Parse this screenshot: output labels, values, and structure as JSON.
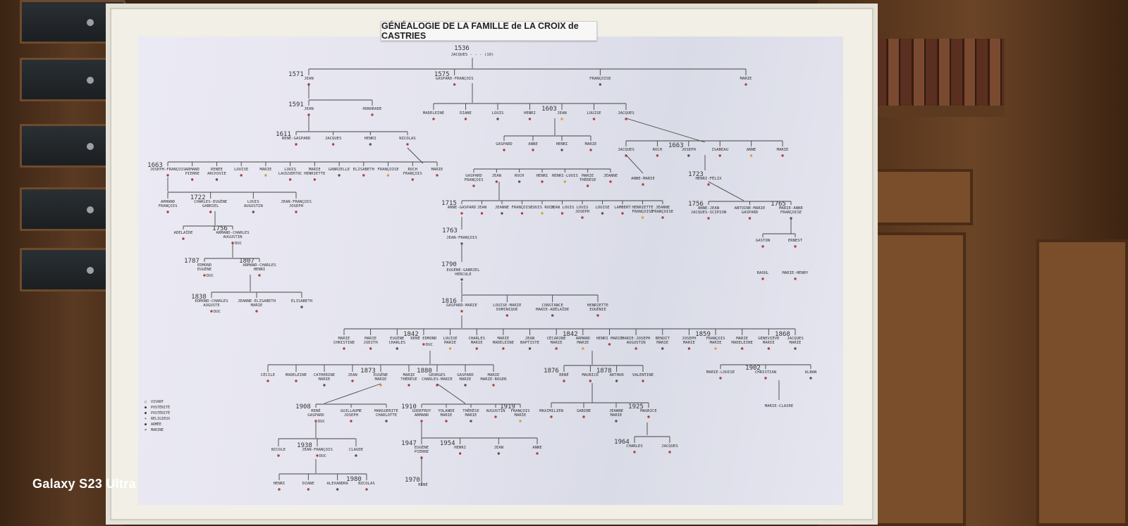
{
  "title": "GÉNÉALOGIE DE LA FAMILLE de LA CROIX de CASTRIES",
  "camera_watermark": "Galaxy S23 Ultra",
  "tree": {
    "root": {
      "year": "1536",
      "name": "JACQUES - - - (10)"
    },
    "g2": [
      {
        "year": "1571",
        "name": "JEAN"
      },
      {
        "year": "1575",
        "name": "GASPARD-FRANÇOIS"
      },
      {
        "year": "",
        "name": "FRANÇOISE"
      },
      {
        "year": "",
        "name": "MARIE"
      }
    ],
    "jean_line": [
      {
        "year": "1591",
        "name": "JEAN"
      },
      {
        "year": "",
        "name": "HONORADE"
      }
    ],
    "g4_left": [
      {
        "year": "1611",
        "name": "RENÉ-GASPARD"
      },
      {
        "year": "",
        "name": "JACQUES"
      },
      {
        "year": "",
        "name": "HENRI"
      },
      {
        "year": "",
        "name": "NICOLAS"
      }
    ],
    "g5_left": [
      {
        "year": "1663",
        "name": "JOSEPH-FRANÇOIS"
      },
      {
        "year": "",
        "name": "ARMAND PIERRE"
      },
      {
        "year": "",
        "name": "RENÉE ARCHIVIE"
      },
      {
        "year": "",
        "name": "LOUISE"
      },
      {
        "year": "",
        "name": "MARIE"
      },
      {
        "year": "",
        "name": "LOUIS LAUSSERTOC"
      },
      {
        "year": "",
        "name": "MARIE HENRIETTE"
      },
      {
        "year": "",
        "name": "GABRIELLE"
      },
      {
        "year": "",
        "name": "ELISABETH"
      },
      {
        "year": "",
        "name": "FRANÇOISE"
      },
      {
        "year": "",
        "name": "ROCH FRANÇOIS"
      },
      {
        "year": "",
        "name": "MARIE"
      }
    ],
    "g6_left": [
      {
        "year": "",
        "name": "ARMAND FRANÇOIS"
      },
      {
        "year": "1722",
        "name": "CHARLES-EUGÈNE GABRIEL"
      },
      {
        "year": "",
        "name": "LOUIS AUGUSTIN"
      },
      {
        "year": "",
        "name": "JEAN-FRANÇOIS JOSEPH"
      }
    ],
    "g7_left": [
      {
        "year": "",
        "name": "ADELAÏDE"
      },
      {
        "year": "1756",
        "name": "ARMAND-CHARLES AUGUSTIN",
        "note": "DUC"
      }
    ],
    "g8_left": [
      {
        "year": "1787",
        "name": "EDMOND EUGÈNE",
        "note": "DUC"
      },
      {
        "year": "1807",
        "name": "ARMAND-CHARLES HENRI"
      }
    ],
    "g9_left": [
      {
        "year": "1838",
        "name": "EDMOND-CHARLES AUGUSTE",
        "note": "DUC"
      },
      {
        "year": "",
        "name": "JEANNE-ELISABETH MARIE"
      },
      {
        "year": "",
        "name": "ELISABETH"
      }
    ],
    "g3_mid": [
      {
        "year": "",
        "name": "MADELEINE"
      },
      {
        "year": "",
        "name": "DIANE"
      },
      {
        "year": "",
        "name": "LOUIS"
      },
      {
        "year": "",
        "name": "HENRI"
      },
      {
        "year": "1603",
        "name": "JEAN"
      },
      {
        "year": "",
        "name": "LOUISE"
      },
      {
        "year": "",
        "name": "JACQUES"
      }
    ],
    "g4_mid": [
      {
        "year": "",
        "name": "GASPARD"
      },
      {
        "year": "",
        "name": "ANNE"
      },
      {
        "year": "",
        "name": "HENRI"
      },
      {
        "year": "",
        "name": "MARIE"
      }
    ],
    "g4_right": [
      {
        "year": "",
        "name": "JACQUES"
      },
      {
        "year": "",
        "name": "ROCH"
      },
      {
        "year": "1663",
        "name": "JOSEPH"
      },
      {
        "year": "",
        "name": "ISABEAU"
      },
      {
        "year": "",
        "name": "ANNE"
      },
      {
        "year": "",
        "name": "MARIE"
      }
    ],
    "g5_mid": [
      {
        "year": "",
        "name": "GASPARD FRANÇOIS"
      },
      {
        "year": "",
        "name": "JEAN"
      },
      {
        "year": "",
        "name": "ROCH"
      },
      {
        "year": "",
        "name": "HENRI"
      },
      {
        "year": "",
        "name": "HENRI-LOUIS"
      },
      {
        "year": "",
        "name": "MARIE THÉRÈSE"
      },
      {
        "year": "",
        "name": "JEANNE"
      }
    ],
    "g5_right": [
      {
        "year": "",
        "name": "ANNE-MARIE"
      },
      {
        "year": "1723",
        "name": "HENRI-FÉLIX"
      }
    ],
    "g6_mid": [
      {
        "year": "1715",
        "name": "ANNE-GASPARD"
      },
      {
        "year": "",
        "name": "JEAN"
      },
      {
        "year": "",
        "name": "JEANNE"
      },
      {
        "year": "",
        "name": "FRANÇOISE"
      },
      {
        "year": "",
        "name": "LOUIS ROCH"
      },
      {
        "year": "",
        "name": "JEAN LOUIS"
      },
      {
        "year": "",
        "name": "LOUIS JOSEPH"
      },
      {
        "year": "",
        "name": "LOUISE"
      },
      {
        "year": "",
        "name": "LAMBERT"
      },
      {
        "year": "",
        "name": "HENRIETTE FRANÇOISE"
      },
      {
        "year": "",
        "name": "JEANNE FRANÇOISE"
      }
    ],
    "g6_right": [
      {
        "year": "1756",
        "name": "ANNE-JEAN JACQUES-SCIPION"
      },
      {
        "year": "",
        "name": "ANTOINE-MARIE GASPARD"
      },
      {
        "year": "1765",
        "name": "MARIE-ANNE FRANÇOISE"
      }
    ],
    "g7_right": [
      {
        "year": "",
        "name": "GASTON"
      },
      {
        "year": "",
        "name": "ERNEST"
      }
    ],
    "g8_right": [
      {
        "year": "",
        "name": "RAOUL"
      },
      {
        "year": "",
        "name": "MARIE-HENRY"
      }
    ],
    "g7_mid": {
      "year": "1763",
      "name": "JEAN-FRANÇOIS"
    },
    "g8_mid": {
      "year": "1790",
      "name": "EUGÈNE-GABRIEL HERCULE"
    },
    "g9_mid": [
      {
        "year": "1816",
        "name": "GASPARD-MARIE"
      },
      {
        "year": "",
        "name": "LOUISE-MARIE DOMINIQUE"
      },
      {
        "year": "",
        "name": "CONSTANCE MARIE-ADÉLAÏDE"
      },
      {
        "year": "",
        "name": "HENRIETTE EUGÉNIE"
      }
    ],
    "g10": [
      {
        "year": "",
        "name": "MARIE CHRISTINE"
      },
      {
        "year": "",
        "name": "MARIE JUDITH"
      },
      {
        "year": "",
        "name": "EUGÈNE CHARLES"
      },
      {
        "year": "1842",
        "name": "RENÉ EDMOND",
        "note": "DUC"
      },
      {
        "year": "",
        "name": "LOUISE MARIE"
      },
      {
        "year": "",
        "name": "CHARLES MARIE"
      },
      {
        "year": "",
        "name": "MARIE MADELEINE"
      },
      {
        "year": "",
        "name": "JEAN BAPTISTE"
      },
      {
        "year": "",
        "name": "CÉCARINE MARIE"
      },
      {
        "year": "1842",
        "name": "ARMAND MARIE"
      },
      {
        "year": "",
        "name": "HENRI MARIE"
      },
      {
        "year": "",
        "name": "MARIE-JOSEPH AUGUSTIN"
      },
      {
        "year": "",
        "name": "BENOIT MARIE"
      },
      {
        "year": "",
        "name": "JOSEPH MARIE"
      },
      {
        "year": "1859",
        "name": "FRANÇOIS MARIE"
      },
      {
        "year": "",
        "name": "MARIE MADELEINE"
      },
      {
        "year": "",
        "name": "GENEVIÈVE MARIE"
      },
      {
        "year": "1868",
        "name": "JACQUES MARIE"
      }
    ],
    "g11_a": [
      {
        "year": "",
        "name": "CÉCILE"
      },
      {
        "year": "",
        "name": "MADELEINE"
      },
      {
        "year": "",
        "name": "CATHERINE MARIE"
      },
      {
        "year": "",
        "name": "JEAN"
      },
      {
        "year": "1873",
        "name": "EUGÈNE MARIE"
      },
      {
        "year": "",
        "name": "MARIE THÉRÈSE"
      },
      {
        "year": "1880",
        "name": "GEORGES CHARLES-MARIE"
      },
      {
        "year": "",
        "name": "GASPARD MARIE"
      },
      {
        "year": "",
        "name": "MARIE MARIE-ROGER"
      }
    ],
    "g11_b": [
      {
        "year": "1876",
        "name": "RENÉ"
      },
      {
        "year": "",
        "name": "MAURICE"
      },
      {
        "year": "1878",
        "name": "ARTHUR"
      },
      {
        "year": "",
        "name": "VALENTINE"
      }
    ],
    "g11_c": [
      {
        "year": "",
        "name": "MARIE-LOUISE"
      },
      {
        "year": "1902",
        "name": "CHRISTIAN"
      },
      {
        "year": "",
        "name": "ALBAN"
      }
    ],
    "g12_a": [
      {
        "year": "1908",
        "name": "RENÉ GASPARD",
        "note": "DUC"
      },
      {
        "year": "",
        "name": "GUILLAUME JOSEPH"
      },
      {
        "year": "",
        "name": "MARGUERITE CHARLOTTE"
      }
    ],
    "g12_b": [
      {
        "year": "1910",
        "name": "GODEFROY ARMAND"
      },
      {
        "year": "",
        "name": "YOLANDE MARIE"
      },
      {
        "year": "",
        "name": "THÉRÈSE MARIE"
      },
      {
        "year": "",
        "name": "AUGUSTIN"
      },
      {
        "year": "1919",
        "name": "FRANÇOIS MARIE"
      }
    ],
    "g12_c": [
      {
        "year": "",
        "name": "MAXIMILIEN"
      },
      {
        "year": "",
        "name": "SABINE"
      },
      {
        "year": "",
        "name": "JEANNE MARIE"
      },
      {
        "year": "1925",
        "name": "MAURICE"
      }
    ],
    "g12_d": [
      {
        "year": "",
        "name": "MARIE-CLAIRE"
      }
    ],
    "g13_a": [
      {
        "year": "",
        "name": "NICOLE"
      },
      {
        "year": "1938",
        "name": "JEAN-FRANÇOIS",
        "note": "DUC"
      },
      {
        "year": "",
        "name": "CLAUDE"
      }
    ],
    "g13_b": [
      {
        "year": "1947",
        "name": "EUGÈNE PIERRE"
      },
      {
        "year": "1954",
        "name": "HENRI"
      },
      {
        "year": "",
        "name": "JEAN"
      },
      {
        "year": "",
        "name": "ANNE"
      }
    ],
    "g13_c": [
      {
        "year": "1964",
        "name": "CHARLES"
      },
      {
        "year": "",
        "name": "JACQUES"
      }
    ],
    "g14": [
      {
        "year": "",
        "name": "HENRI"
      },
      {
        "year": "",
        "name": "DIANE"
      },
      {
        "year": "",
        "name": "ALEXANDRA"
      },
      {
        "year": "1980",
        "name": "NICOLAS"
      }
    ],
    "g14_b": {
      "year": "1970",
      "name": "RENÉ"
    }
  },
  "legend": [
    {
      "symbol": "○",
      "label": "VIVANT"
    },
    {
      "symbol": "●",
      "label": "POSTÉRITÉ"
    },
    {
      "symbol": "●",
      "label": "POSTÉRITÉ"
    },
    {
      "symbol": "+",
      "label": "RELIGIEUX"
    },
    {
      "symbol": "●",
      "label": "ARMÉE"
    },
    {
      "symbol": "≠",
      "label": "MARINE"
    }
  ],
  "colors": {
    "line": "#444444",
    "dot_red": "#b0413e",
    "dot_gold": "#d4a23a",
    "dot_grey": "#555555",
    "dot_green": "#2f8a6b"
  }
}
